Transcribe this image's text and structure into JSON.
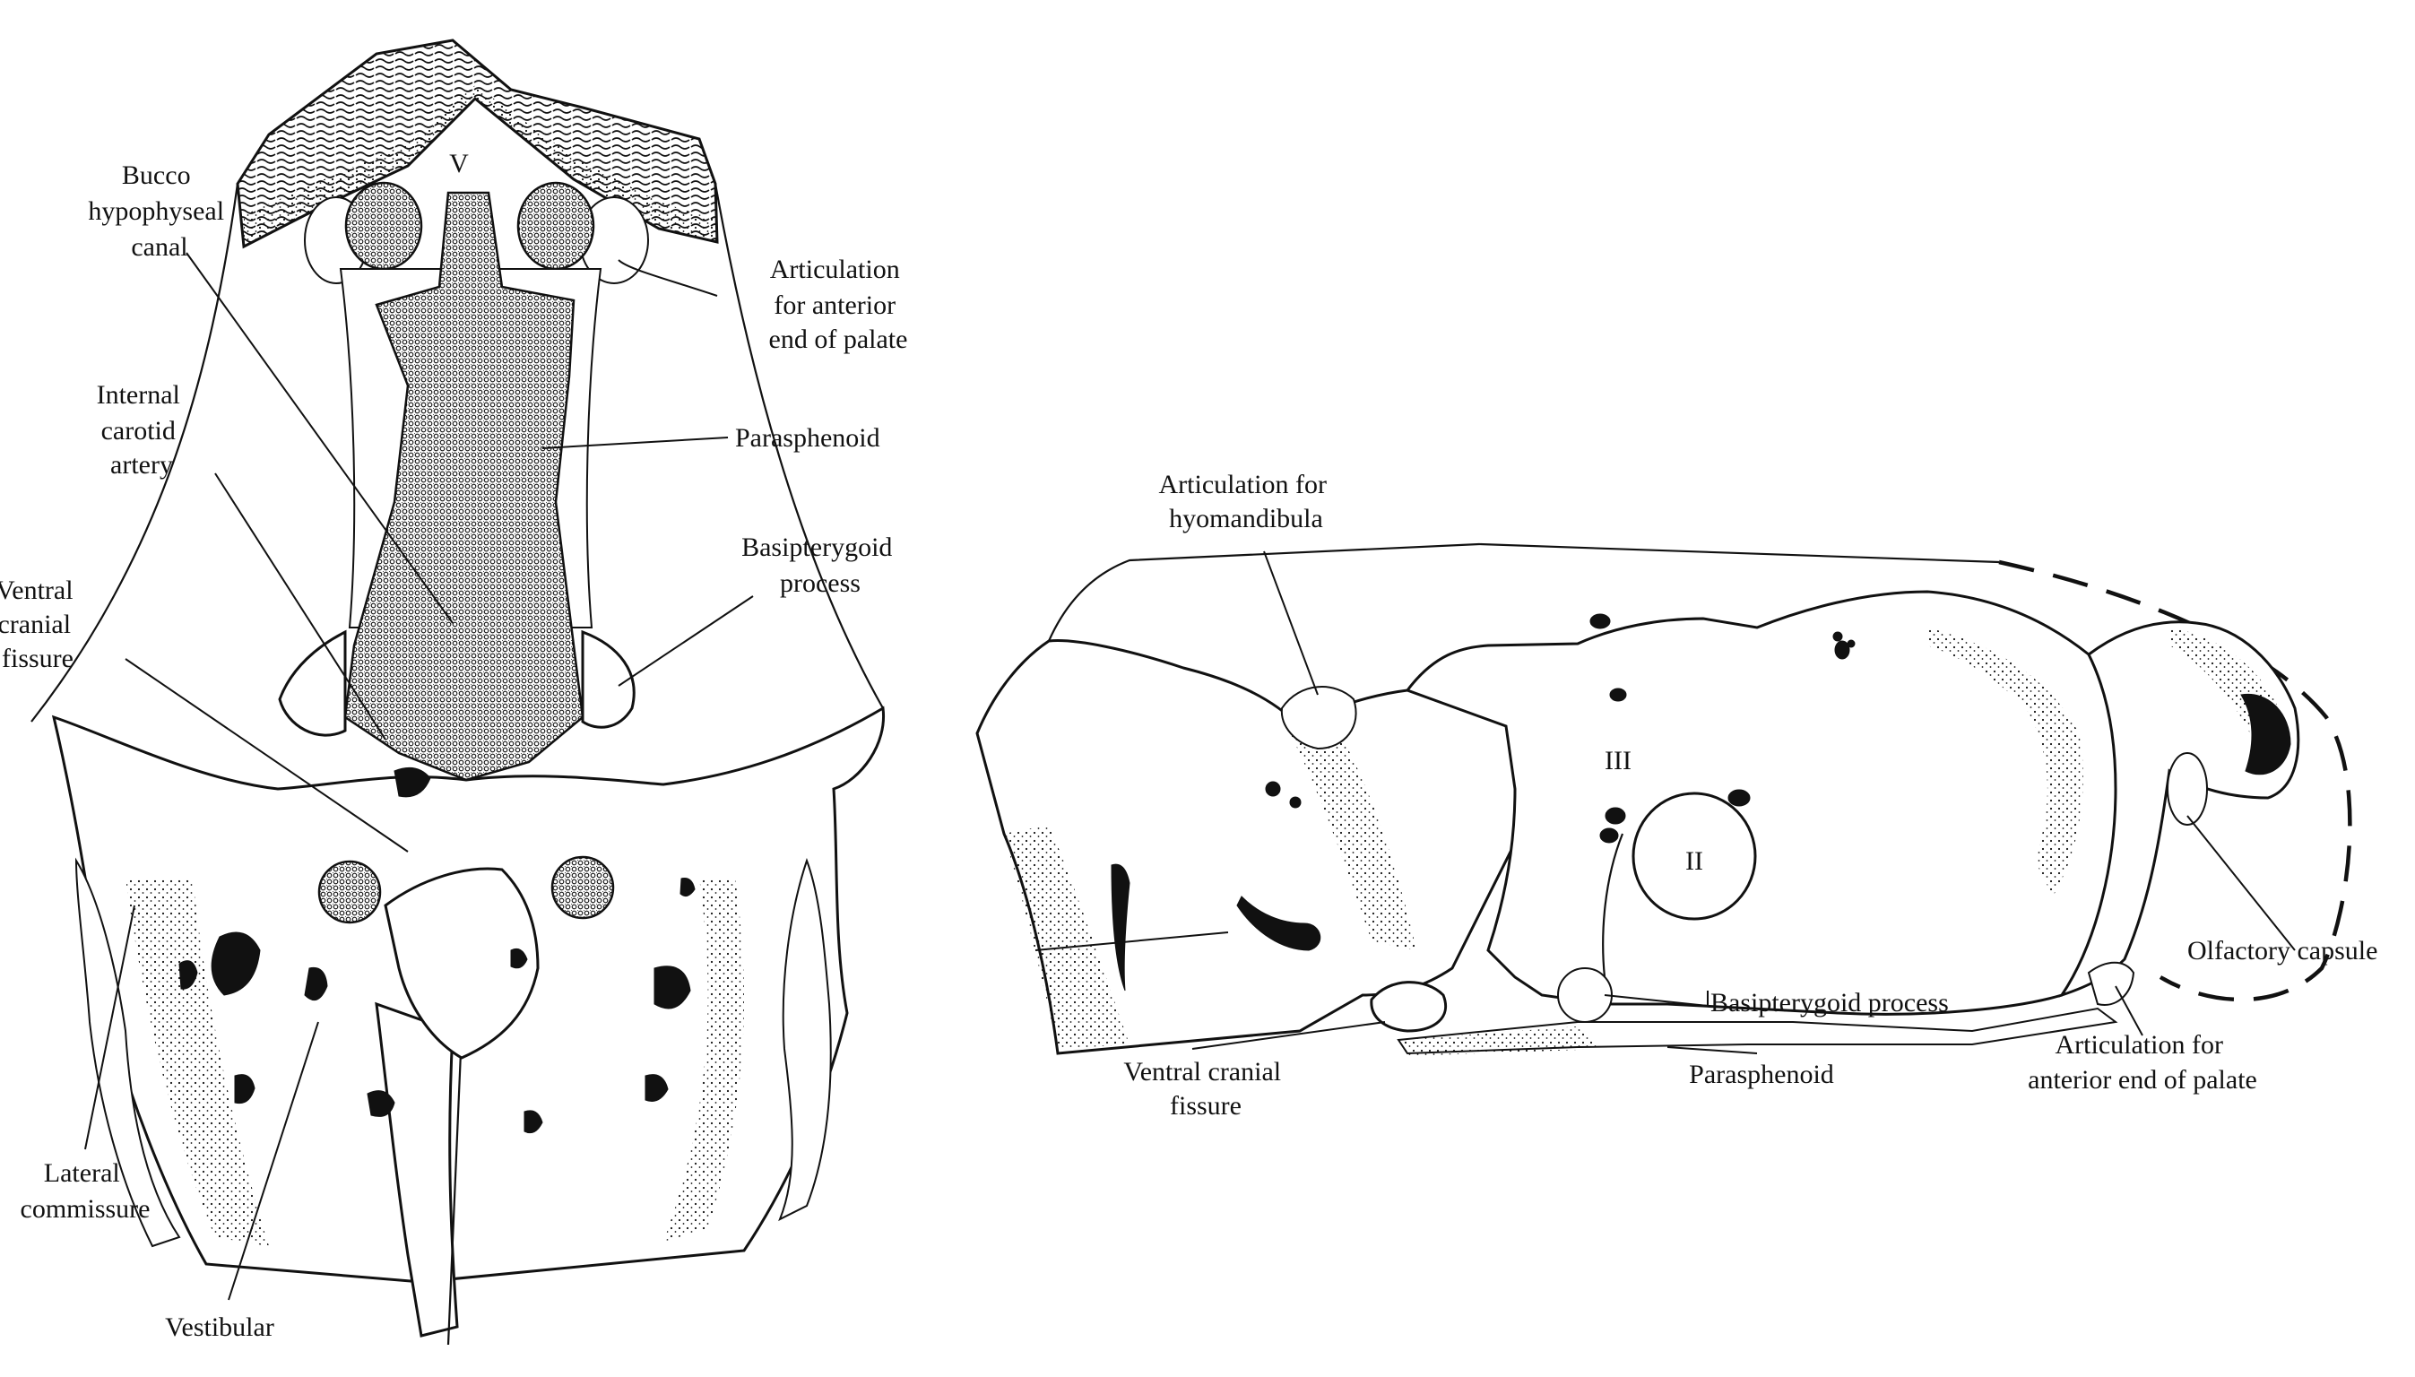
{
  "left_view": {
    "labels": {
      "bucco_hypophyseal_canal": [
        "Bucco",
        "hypophyseal",
        "canal"
      ],
      "articulation_palate": [
        "Articulation",
        "for anterior",
        "end of palate"
      ],
      "internal_carotid_artery": [
        "Internal",
        "carotid",
        "artery"
      ],
      "parasphenoid": "Parasphenoid",
      "basipterygoid_process": [
        "Basipterygoid",
        "process"
      ],
      "ventral_cranial_fissure": [
        "Ventral",
        "cranial",
        "fissure"
      ],
      "lateral_commissure": [
        "Lateral",
        "commissure"
      ],
      "vestibular": "Vestibular",
      "nerve_v": "V"
    }
  },
  "right_view": {
    "labels": {
      "articulation_hyomandibula": [
        "Articulation for",
        "hyomandibula"
      ],
      "nerve_iii": "III",
      "nerve_ii": "II",
      "basipterygoid_process": "Basipterygoid process",
      "olfactory_capsule": "Olfactory capsule",
      "articulation_palate": [
        "Articulation for",
        "anterior end of palate"
      ],
      "ventral_cranial_fissure": [
        "Ventral cranial",
        "fissure"
      ],
      "parasphenoid": "Parasphenoid"
    }
  },
  "colors": {
    "ink": "#111111",
    "paper": "#ffffff"
  }
}
